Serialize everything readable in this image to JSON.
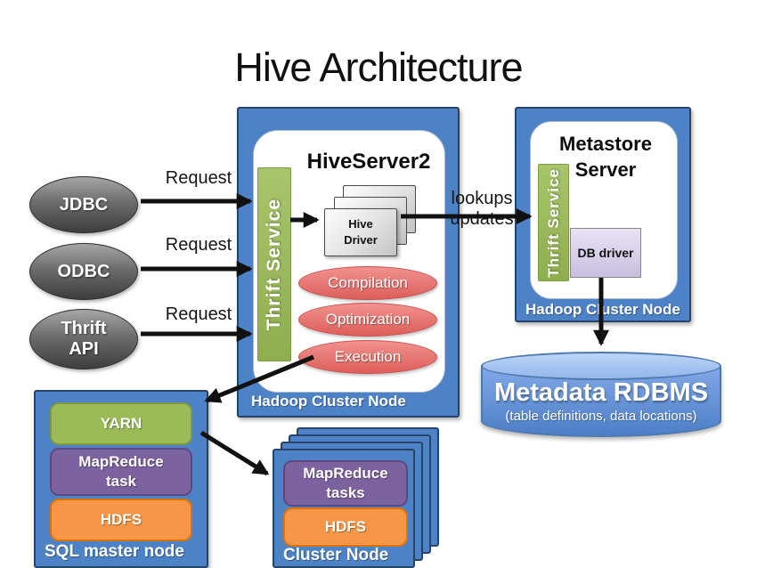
{
  "title": "Hive Architecture",
  "request_label": "Request",
  "lookups_label": "lookups\nupdates",
  "clients": [
    {
      "label": "JDBC"
    },
    {
      "label": "ODBC"
    },
    {
      "label": "Thrift\nAPI"
    }
  ],
  "hiveserver2": {
    "title": "HiveServer2",
    "thrift_service": "Thrift Service",
    "hive_driver": "Hive\nDriver",
    "stages": [
      "Compilation",
      "Optimization",
      "Execution"
    ],
    "node_label": "Hadoop Cluster Node"
  },
  "metastore": {
    "title": "Metastore\nServer",
    "thrift_service": "Thrift Service",
    "db_driver": "DB driver",
    "node_label": "Hadoop Cluster Node"
  },
  "rdbms": {
    "title": "Metadata RDBMS",
    "subtitle": "(table definitions, data locations)"
  },
  "sql_master_node": {
    "blocks": [
      "YARN",
      "MapReduce\ntask",
      "HDFS"
    ],
    "label": "SQL master node"
  },
  "cluster_node": {
    "blocks": [
      "MapReduce\ntasks",
      "HDFS"
    ],
    "label": "Cluster Node"
  },
  "colors": {
    "node_blue": "#4e82c6",
    "thrift_green": "#9bbb59",
    "stage_red": "#e4706d",
    "mapreduce_purple": "#7d62a0",
    "hdfs_orange": "#f79646",
    "db_driver_lavender": "#d5cce9",
    "client_gray": "#595959",
    "rdbms_blue": "#6f9bdc",
    "arrow_black": "#111111"
  }
}
